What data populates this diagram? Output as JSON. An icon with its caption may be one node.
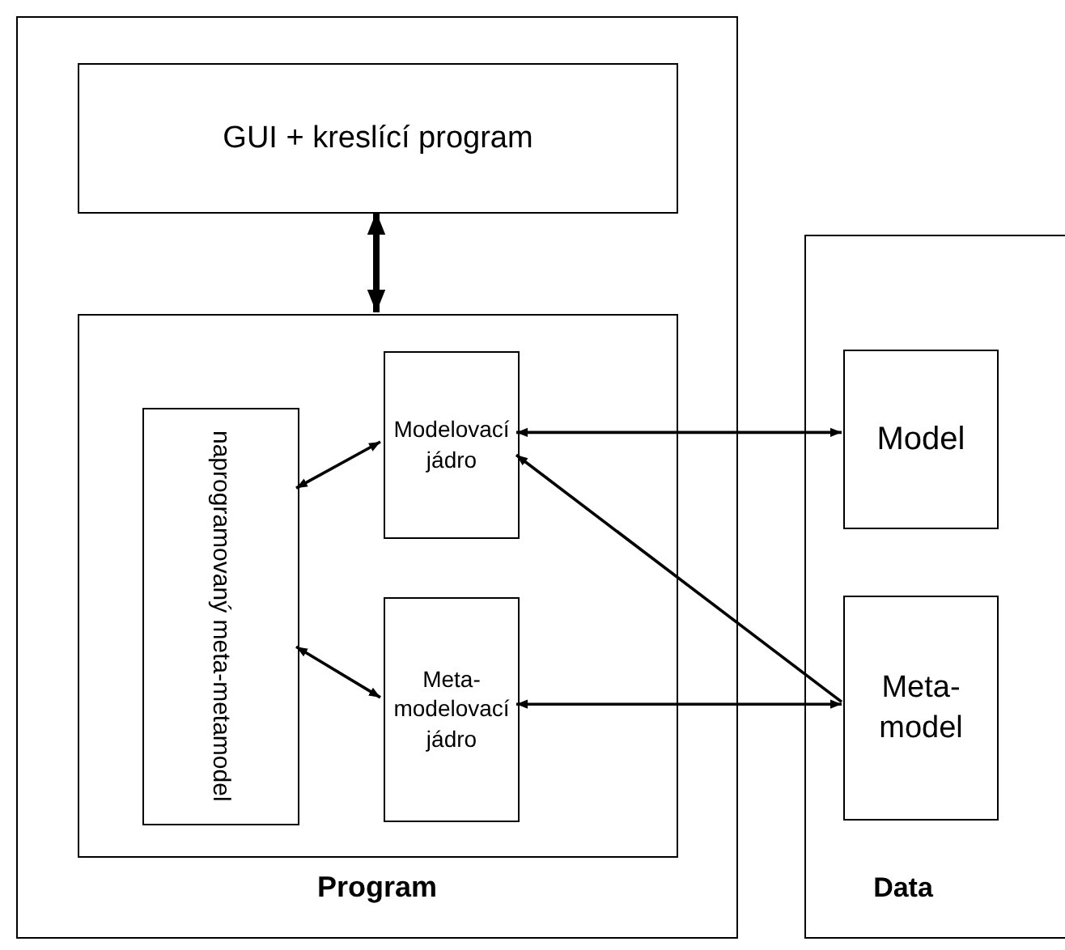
{
  "diagram": {
    "nodes": [
      {
        "text": [
          "Program"
        ]
      },
      {
        "text": [
          "GUI + kreslící program"
        ],
        "in": 0
      },
      {
        "text": [],
        "shape": "box",
        "in": 0
      },
      {
        "text": [
          "naprogramovaný meta-metamodel"
        ],
        "in": 2
      },
      {
        "text": [
          "Modelovací jádro"
        ],
        "in": 2
      },
      {
        "text": [
          "Meta-modelovací jádro"
        ],
        "in": 2
      },
      {
        "text": [
          "Data"
        ]
      },
      {
        "text": [
          "Model"
        ],
        "in": 6
      },
      {
        "text": [
          "Meta-model"
        ],
        "in": 6
      }
    ],
    "edges": [
      {
        "from": 1,
        "to": 2,
        "arrow": "both",
        "style": "thick"
      },
      {
        "from": 4,
        "to": 3,
        "arrow": "both"
      },
      {
        "from": 5,
        "to": 3,
        "arrow": "both"
      },
      {
        "from": 4,
        "to": 7,
        "arrow": "both"
      },
      {
        "from": 8,
        "to": 4,
        "arrow": "to"
      },
      {
        "from": 5,
        "to": 8,
        "arrow": "both"
      }
    ]
  }
}
